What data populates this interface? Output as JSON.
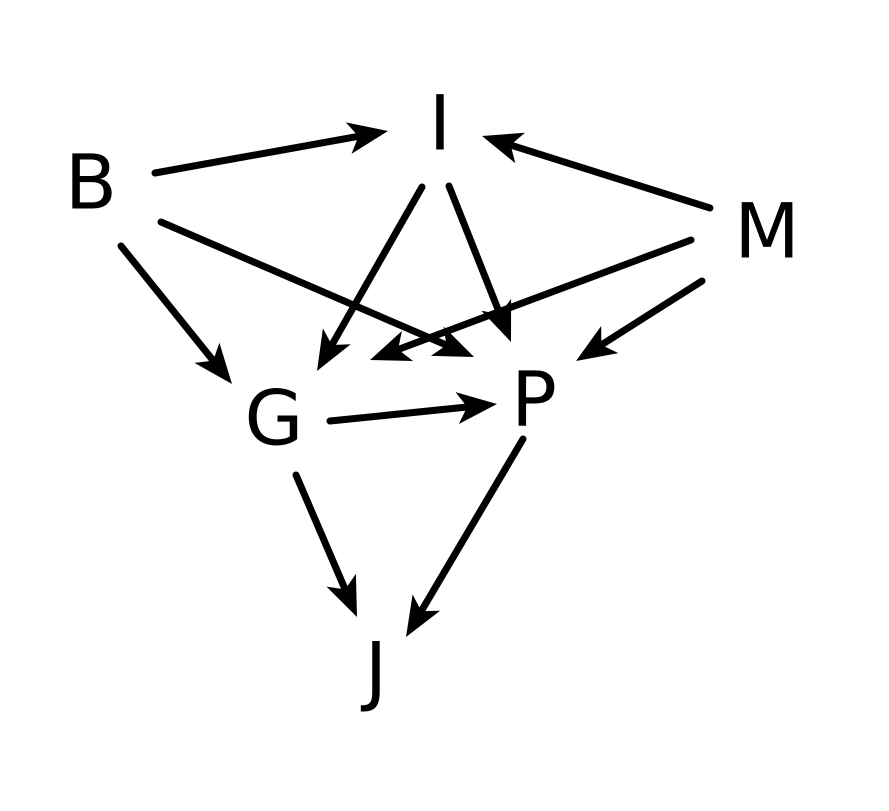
{
  "diagram": {
    "type": "directed-graph",
    "nodes": [
      {
        "id": "B",
        "label": "B"
      },
      {
        "id": "I",
        "label": "I"
      },
      {
        "id": "M",
        "label": "M"
      },
      {
        "id": "G",
        "label": "G"
      },
      {
        "id": "P",
        "label": "P"
      },
      {
        "id": "J",
        "label": "J"
      }
    ],
    "edges": [
      {
        "from": "B",
        "to": "I"
      },
      {
        "from": "B",
        "to": "G"
      },
      {
        "from": "B",
        "to": "P"
      },
      {
        "from": "I",
        "to": "G"
      },
      {
        "from": "I",
        "to": "P"
      },
      {
        "from": "M",
        "to": "I"
      },
      {
        "from": "M",
        "to": "G"
      },
      {
        "from": "M",
        "to": "P"
      },
      {
        "from": "G",
        "to": "P"
      },
      {
        "from": "G",
        "to": "J"
      },
      {
        "from": "P",
        "to": "J"
      }
    ],
    "colors": {
      "stroke": "#000000",
      "text": "#000000",
      "background": "#ffffff"
    }
  }
}
